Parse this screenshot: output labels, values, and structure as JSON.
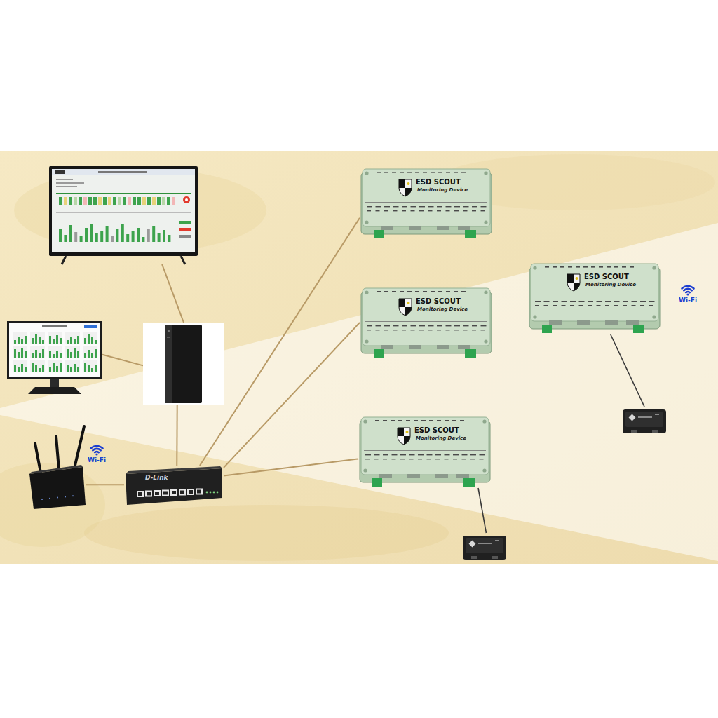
{
  "diagram": {
    "nodes": [
      {
        "text": []
      },
      {
        "text": [
          "ESD SCOUT",
          "Monitoring Device"
        ]
      },
      {
        "text": [
          "ESD SCOUT",
          "Monitoring Device"
        ]
      },
      {
        "text": [
          "ESD SCOUT",
          "Monitoring Device"
        ]
      },
      {
        "text": []
      },
      {
        "text": []
      },
      {
        "text": []
      },
      {
        "text": []
      },
      {
        "text": [
          "ESD SCOUT",
          "Monitoring Device"
        ]
      },
      {
        "text": [
          "D-Link"
        ]
      },
      {
        "text": []
      }
    ],
    "edges": [
      {
        "from": 0,
        "to": 5,
        "arrow": "none"
      },
      {
        "from": 4,
        "to": 5,
        "arrow": "none"
      },
      {
        "from": 5,
        "to": 9,
        "arrow": "none"
      },
      {
        "from": 6,
        "to": 9,
        "arrow": "none"
      },
      {
        "from": 9,
        "to": 1,
        "arrow": "none"
      },
      {
        "from": 9,
        "to": 2,
        "arrow": "none"
      },
      {
        "from": 9,
        "to": 8,
        "arrow": "none"
      },
      {
        "from": 3,
        "to": 7,
        "arrow": "none"
      },
      {
        "from": 8,
        "to": 10,
        "arrow": "none"
      }
    ],
    "labels": [
      "Wi-Fi",
      "Wi-Fi"
    ]
  }
}
